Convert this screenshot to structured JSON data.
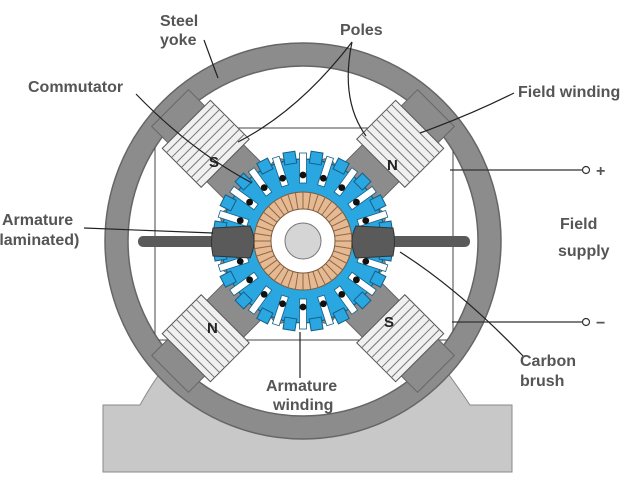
{
  "colors": {
    "yoke": "#8c8c8c",
    "base": "#c8c8c8",
    "armature": "#2aa6e0",
    "commutator": "#e7b993",
    "brush": "#5a5a5a",
    "winding": "#f0f0f0",
    "label_text": "#555555"
  },
  "labels": {
    "steel_yoke_line1": "Steel",
    "steel_yoke_line2": "yoke",
    "poles": "Poles",
    "commutator": "Commutator",
    "field_winding": "Field winding",
    "armature_line1": "Armature",
    "armature_line2": "(laminated)",
    "field_supply_line1": "Field",
    "field_supply_line2": "supply",
    "plus": "+",
    "minus": "−",
    "carbon_brush_line1": "Carbon",
    "carbon_brush_line2": "brush",
    "armature_winding_line1": "Armature",
    "armature_winding_line2": "winding"
  },
  "poles": {
    "top_left": "S",
    "top_right": "N",
    "bottom_left": "N",
    "bottom_right": "S"
  }
}
